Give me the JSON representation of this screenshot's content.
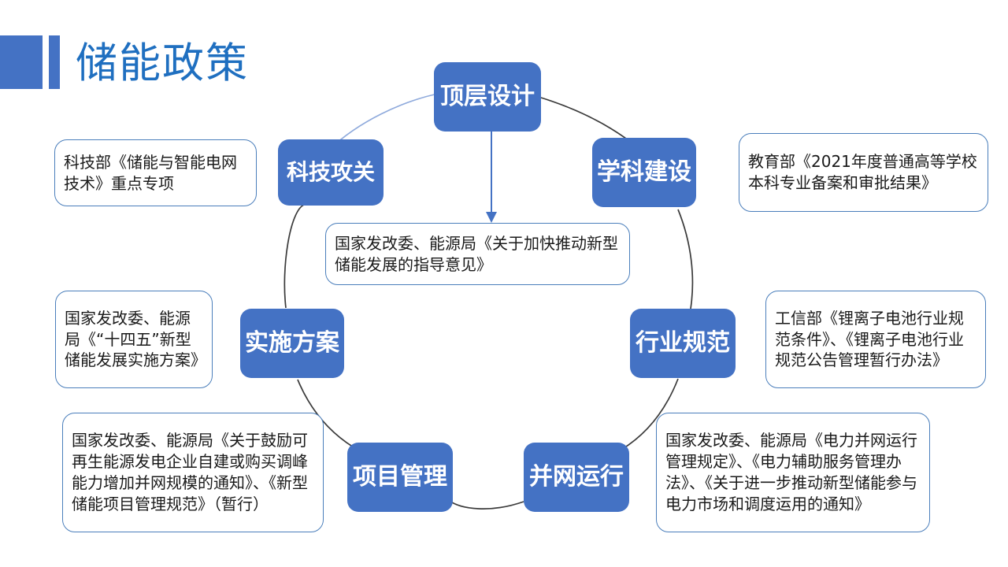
{
  "page": {
    "title": "储能政策",
    "accent_color": "#4472C4",
    "title_color": "#1F6FC0",
    "background": "#ffffff"
  },
  "diagram": {
    "type": "cycle",
    "ring_color": "#3A3A3A",
    "arrow_color": "#4472C4",
    "nodes": [
      {
        "id": "top-design",
        "label": "顶层设计"
      },
      {
        "id": "discipline",
        "label": "学科建设"
      },
      {
        "id": "industry-norm",
        "label": "行业规范"
      },
      {
        "id": "grid-operation",
        "label": "并网运行"
      },
      {
        "id": "project-mgmt",
        "label": "项目管理"
      },
      {
        "id": "implementation",
        "label": "实施方案"
      },
      {
        "id": "tech-research",
        "label": "科技攻关"
      }
    ],
    "notes": [
      {
        "id": "note-tech-research",
        "text": "科技部《储能与智能电网技术》重点专项"
      },
      {
        "id": "note-discipline",
        "text": "教育部《2021年度普通高等学校本科专业备案和审批结果》"
      },
      {
        "id": "note-center",
        "text": "国家发改委、能源局《关于加快推动新型储能发展的指导意见》"
      },
      {
        "id": "note-implementation",
        "text": "国家发改委、能源局《“十四五”新型储能发展实施方案》"
      },
      {
        "id": "note-industry-norm",
        "text": "工信部《锂离子电池行业规范条件》、《锂离子电池行业规范公告管理暂行办法》"
      },
      {
        "id": "note-project-mgmt",
        "text": "国家发改委、能源局《关于鼓励可再生能源发电企业自建或购买调峰能力增加并网规模的通知》、《新型储能项目管理规范》（暂行）"
      },
      {
        "id": "note-grid-operation",
        "text": "国家发改委、能源局《电力并网运行管理规定》、《电力辅助服务管理办法》、《关于进一步推动新型储能参与电力市场和调度运用的通知》"
      }
    ]
  }
}
